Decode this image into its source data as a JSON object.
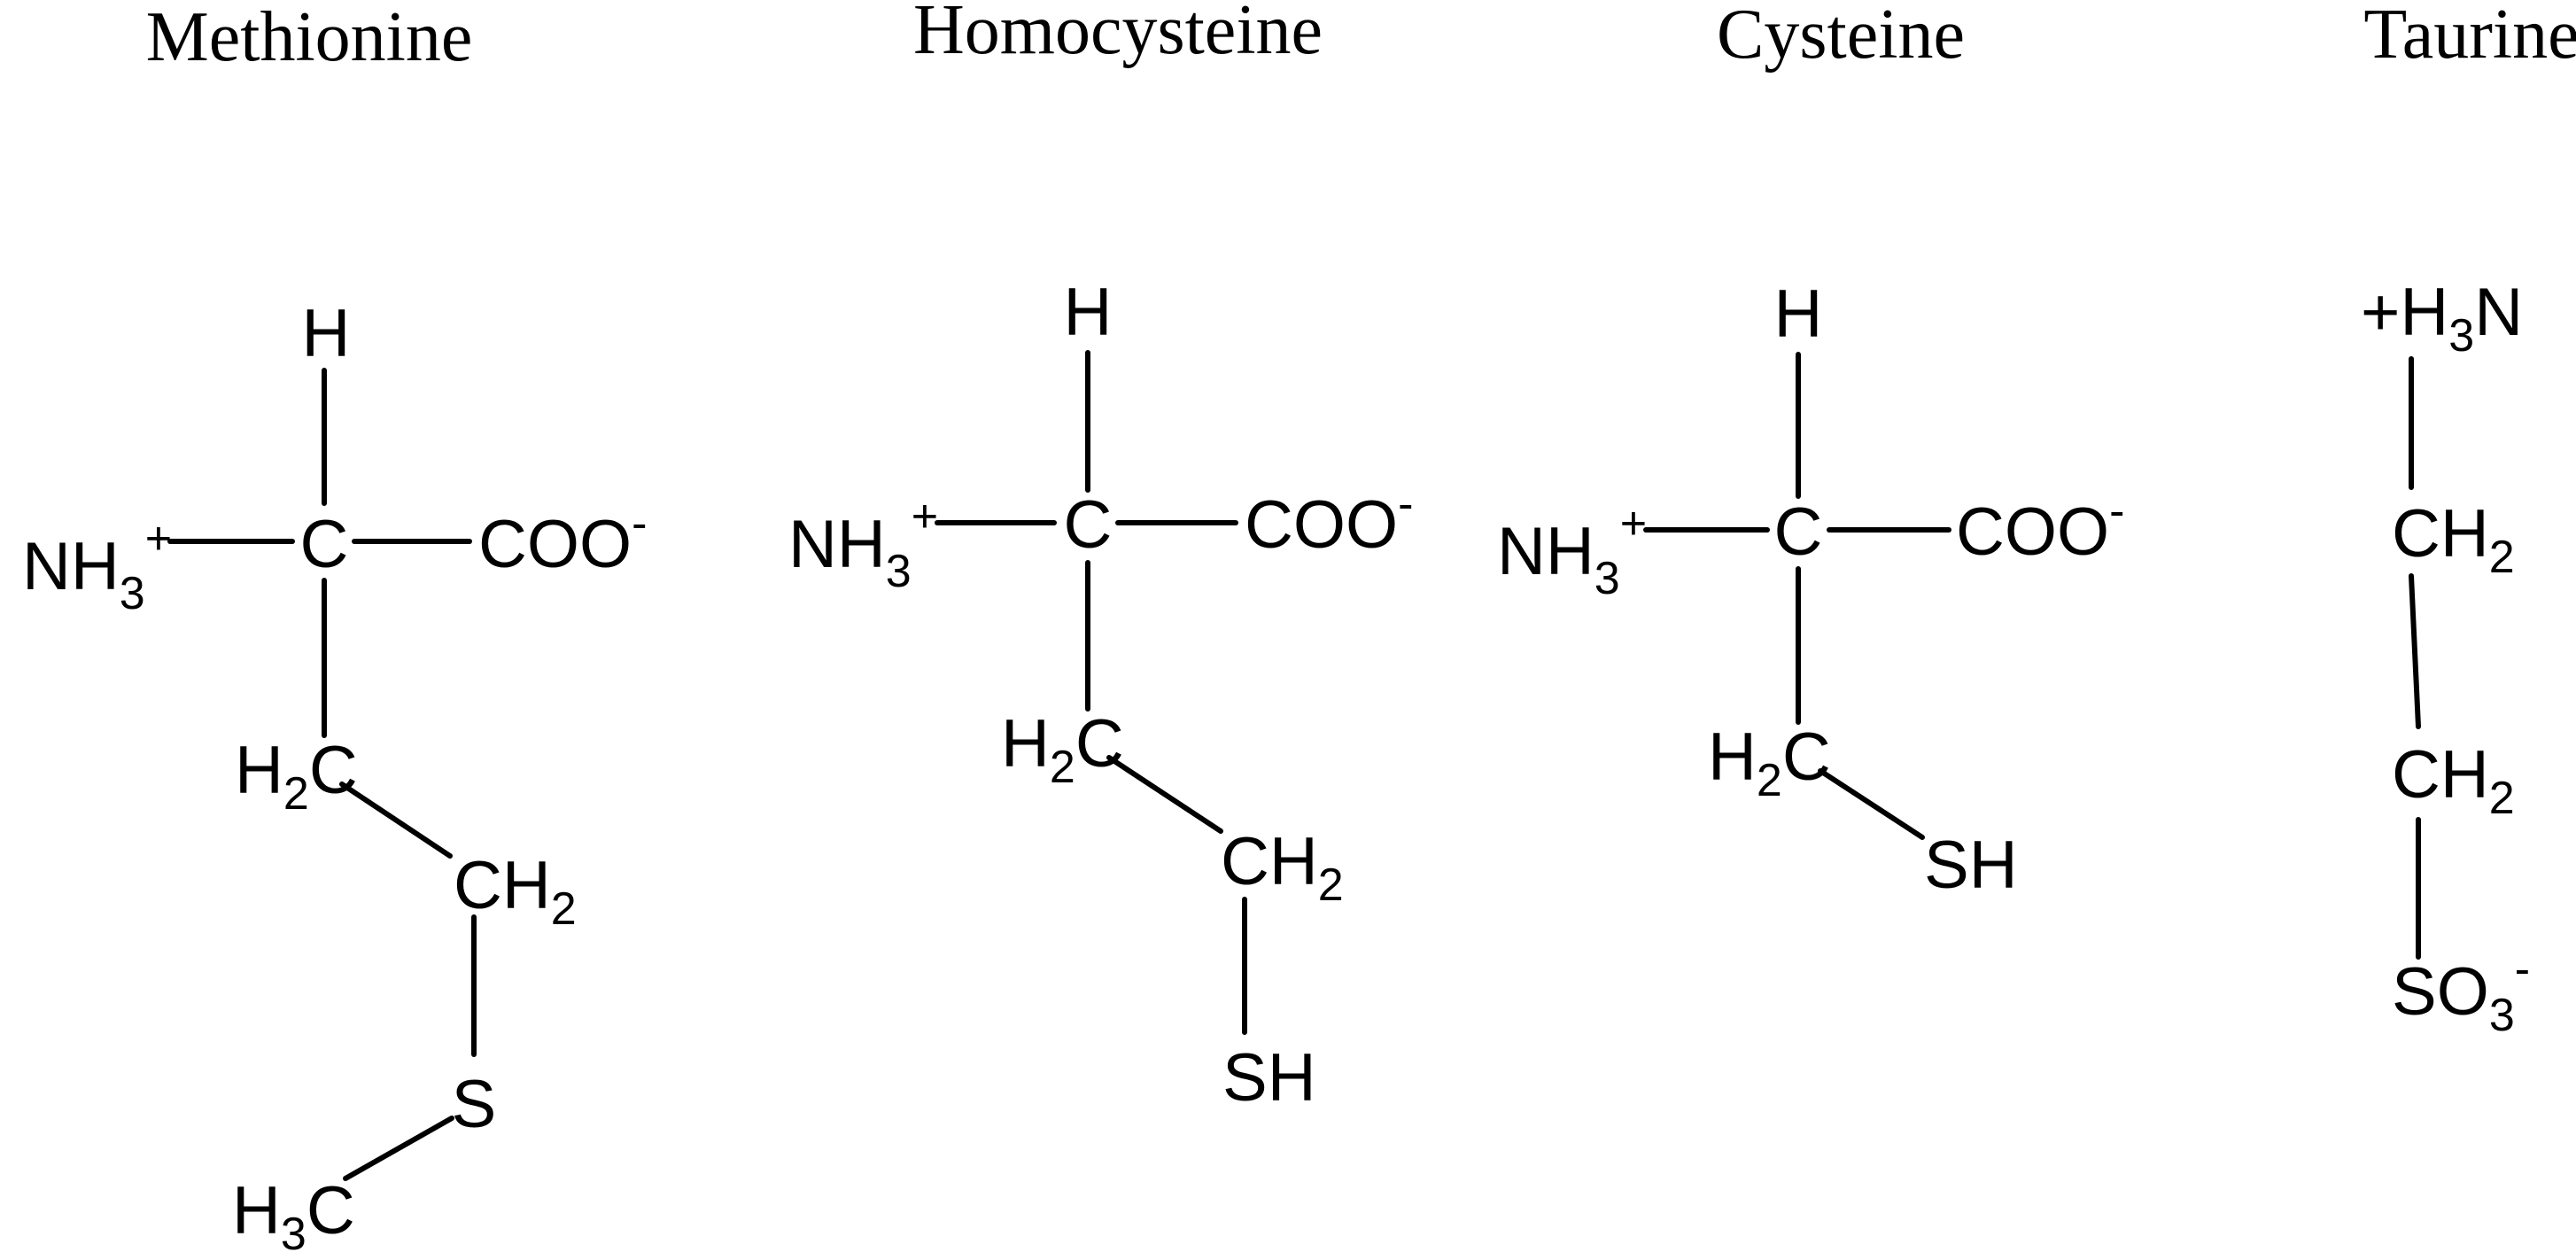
{
  "molecules": {
    "methionine": {
      "name": "Methionine",
      "labels": {
        "h": "H",
        "c": "C",
        "nh": "NH",
        "nh_sub": "3",
        "nh_sup": "+",
        "coo": "COO",
        "coo_sup": "-",
        "h2c_h": "H",
        "h2c_sub": "2",
        "h2c_c": "C",
        "ch2_ch": "CH",
        "ch2_sub": "2",
        "s": "S",
        "h3c_h": "H",
        "h3c_sub": "3",
        "h3c_c": "C"
      }
    },
    "homocysteine": {
      "name": "Homocysteine",
      "labels": {
        "h": "H",
        "c": "C",
        "nh": "NH",
        "nh_sub": "3",
        "nh_sup": "+",
        "coo": "COO",
        "coo_sup": "-",
        "h2c_h": "H",
        "h2c_sub": "2",
        "h2c_c": "C",
        "ch2_ch": "CH",
        "ch2_sub": "2",
        "sh": "SH"
      }
    },
    "cysteine": {
      "name": "Cysteine",
      "labels": {
        "h": "H",
        "c": "C",
        "nh": "NH",
        "nh_sub": "3",
        "nh_sup": "+",
        "coo": "COO",
        "coo_sup": "-",
        "h2c_h": "H",
        "h2c_sub": "2",
        "h2c_c": "C",
        "sh": "SH"
      }
    },
    "taurine": {
      "name": "Taurine",
      "labels": {
        "h3n_pre": "+H",
        "h3n_sub": "3",
        "h3n_n": "N",
        "ch2a_ch": "CH",
        "ch2a_sub": "2",
        "ch2b_ch": "CH",
        "ch2b_sub": "2",
        "so_so": "SO",
        "so_sub": "3",
        "so_sup": "-"
      }
    }
  }
}
